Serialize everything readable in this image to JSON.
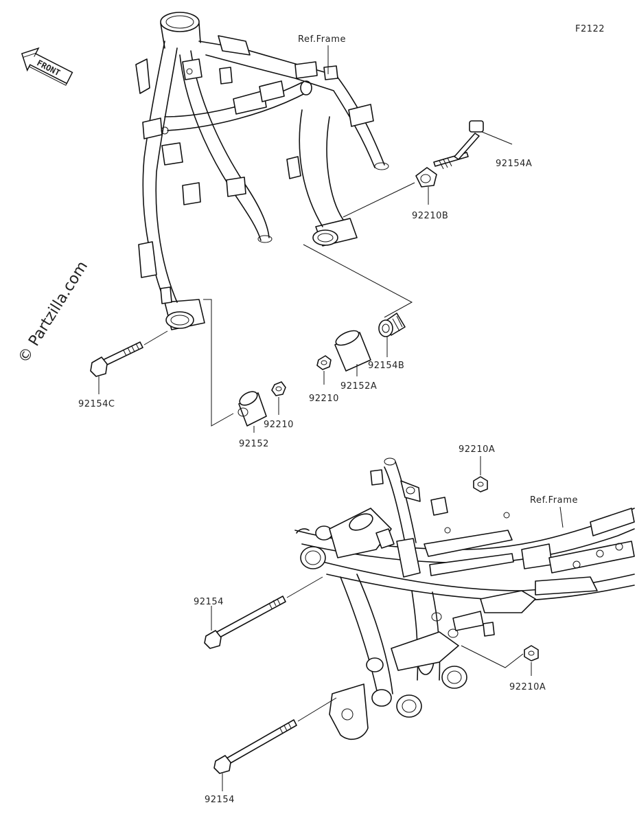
{
  "diagram_code": "F2122",
  "watermark": "© Partzilla.com",
  "front_arrow": "FRONT",
  "ref_frame_top": "Ref.Frame",
  "ref_frame_bottom": "Ref.Frame",
  "parts": {
    "bolt_92154A": "92154A",
    "collar_92210B": "92210B",
    "bolt_92154C": "92154C",
    "spacer_92152": "92152",
    "nut_92210_left": "92210",
    "spacer_92152A": "92152A",
    "nut_92210_right": "92210",
    "bolt_92154B": "92154B",
    "nut_92210A_top": "92210A",
    "nut_92210A_right": "92210A",
    "bolt_92154_upper": "92154",
    "bolt_92154_lower": "92154"
  }
}
